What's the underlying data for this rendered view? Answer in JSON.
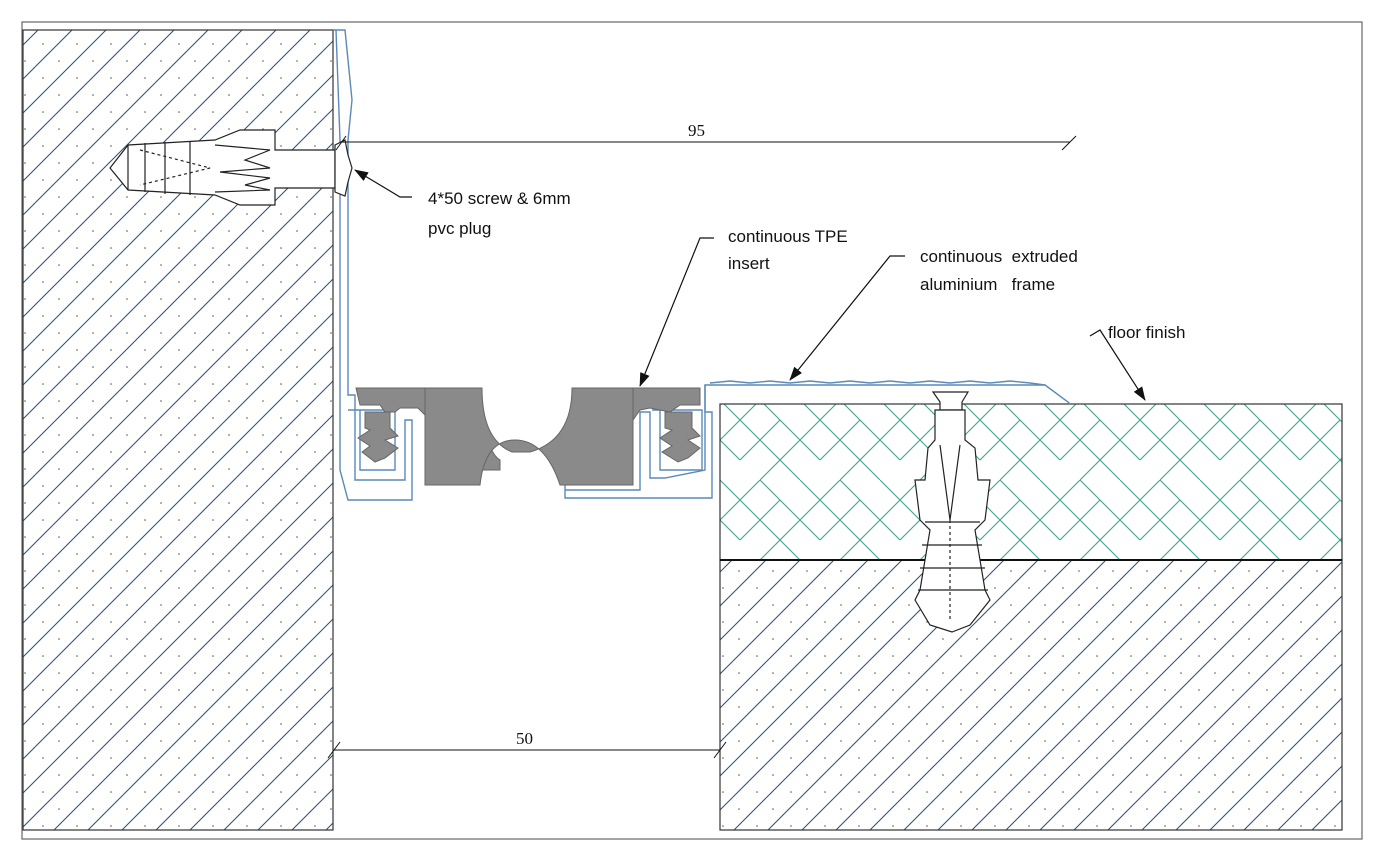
{
  "labels": {
    "screw_line1": "4*50 screw & 6mm",
    "screw_line2": "pvc plug",
    "tpe_line1": "continuous TPE",
    "tpe_line2": "insert",
    "frame_line1": "continuous  extruded",
    "frame_line2": "aluminium   frame",
    "floor_finish": "floor finish"
  },
  "dimensions": {
    "top": "95",
    "bottom": "50"
  },
  "colors": {
    "hatch": "#2a4f78",
    "profile": "#5a8ab8",
    "tile": "#3aa58a",
    "insert": "#8a8a8a",
    "outline": "#222222"
  }
}
